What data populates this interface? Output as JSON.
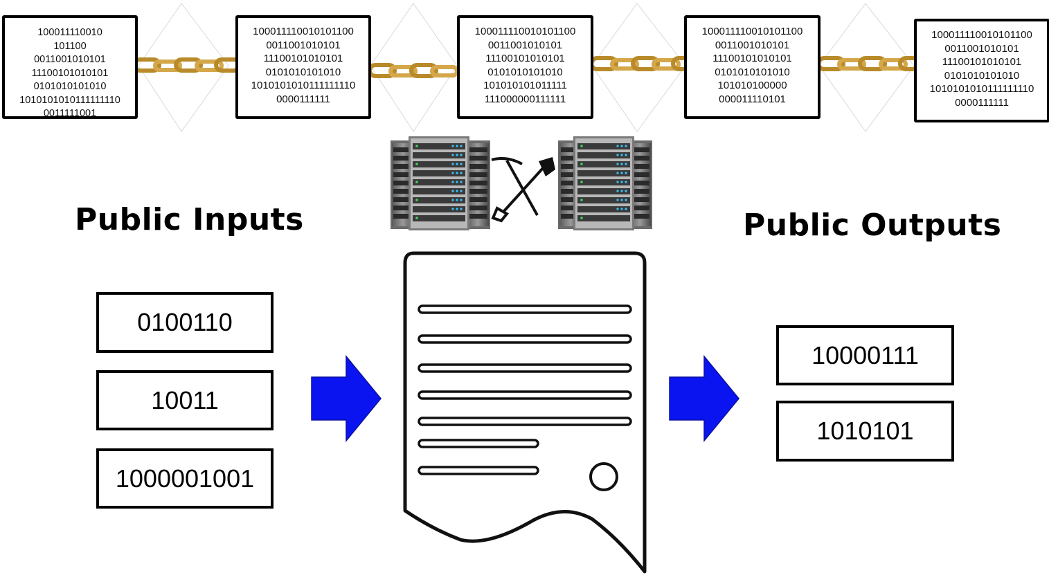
{
  "blockchain": {
    "blocks": [
      {
        "lines": [
          "100011110010",
          "101100",
          "0011001010101",
          "11100101010101",
          "0101010101010",
          "1010101010111111110",
          "0011111001"
        ]
      },
      {
        "lines": [
          "100011110010101100",
          "0011001010101",
          "11100101010101",
          "0101010101010",
          "1010101010111111110",
          "0000111111"
        ]
      },
      {
        "lines": [
          "100011110010101100",
          "0011001010101",
          "11100101010101",
          "0101010101010",
          "101010101011111",
          "111000000111111"
        ]
      },
      {
        "lines": [
          "100011110010101100",
          "0011001010101",
          "11100101010101",
          "0101010101010",
          "101010100000",
          "000011110101"
        ]
      },
      {
        "lines": [
          "100011110010101100",
          "0011001010101",
          "11100101010101",
          "0101010101010",
          "1010101010111111110",
          "0000111111"
        ]
      }
    ]
  },
  "inputs": {
    "heading": "Public Inputs",
    "values": [
      "0100110",
      "10011",
      "1000001001"
    ]
  },
  "outputs": {
    "heading": "Public Outputs",
    "values": [
      "10000111",
      "1010101"
    ]
  },
  "colors": {
    "arrow": "#0a14f0",
    "chain": "#c8a040",
    "border": "#000000"
  },
  "icons": {
    "servers": "server-rack-icon",
    "tools": "pickaxe-shovel-icon",
    "contract": "document-icon"
  }
}
